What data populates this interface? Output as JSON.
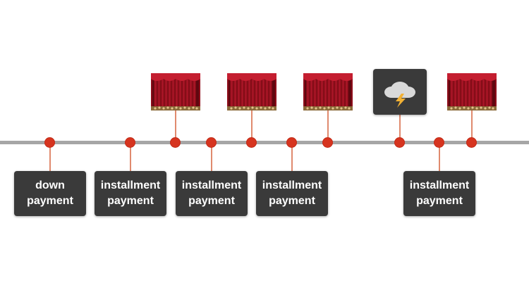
{
  "timeline": {
    "payments": [
      {
        "label": "down\npayment"
      },
      {
        "label": "installment\npayment"
      },
      {
        "label": "installment\npayment"
      },
      {
        "label": "installment\npayment"
      },
      {
        "label": "installment\npayment"
      }
    ],
    "events": [
      {
        "icon": "theater-curtain-icon"
      },
      {
        "icon": "theater-curtain-icon"
      },
      {
        "icon": "theater-curtain-icon"
      },
      {
        "icon": "storm-cloud-icon"
      },
      {
        "icon": "theater-curtain-icon"
      }
    ]
  },
  "colors": {
    "line": "#a6a6a6",
    "marker": "#d6341f",
    "stem": "#e08a6e",
    "card": "#3a3a3a",
    "curtain": "#a3111f",
    "lightning": "#f2b134"
  }
}
